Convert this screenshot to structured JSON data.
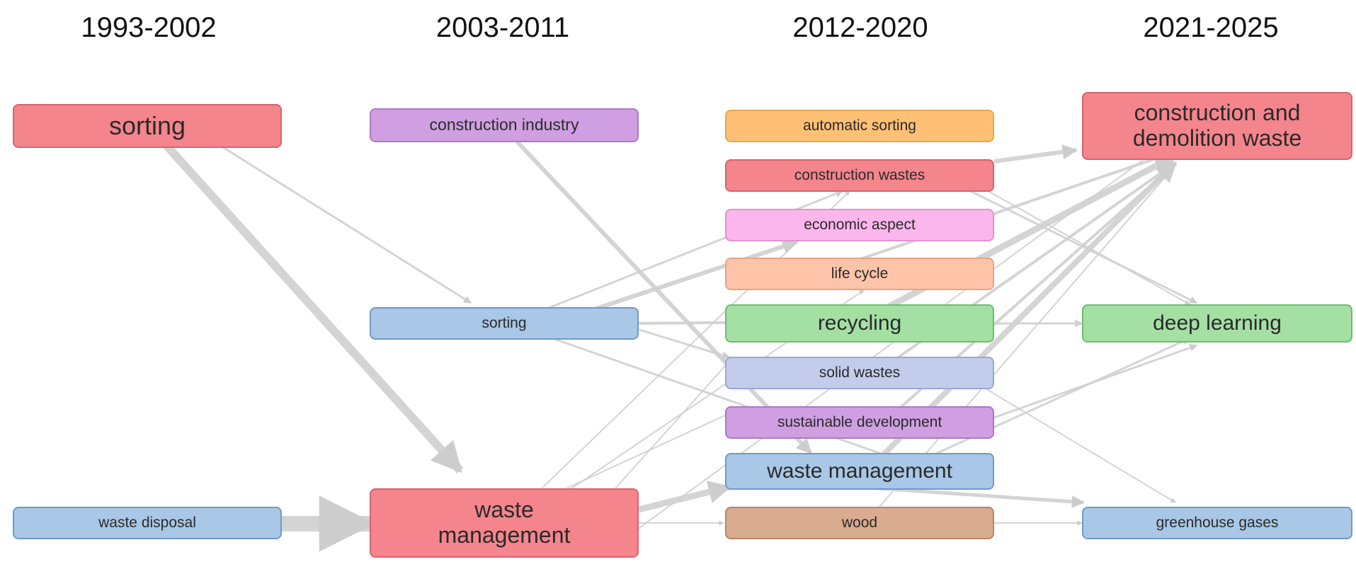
{
  "periods": [
    "1993-2002",
    "2003-2011",
    "2012-2020",
    "2021-2025"
  ],
  "colors": {
    "red": "#f4858c",
    "purple": "#cf9fe2",
    "blue": "#a9c7e6",
    "orange": "#fdc074",
    "pink": "#fbb6ec",
    "peach": "#fdc4a9",
    "green": "#a4dfa4",
    "lavender": "#c3cdeb",
    "brown": "#d9ab8f",
    "flow": "#cfcfcf"
  },
  "nodes": {
    "p1_sorting": "sorting",
    "p1_waste_disposal": "waste disposal",
    "p2_construction_industry": "construction industry",
    "p2_sorting": "sorting",
    "p2_waste_management": "waste management",
    "p3_automatic_sorting": "automatic sorting",
    "p3_construction_wastes": "construction wastes",
    "p3_economic_aspect": "economic aspect",
    "p3_life_cycle": "life cycle",
    "p3_recycling": "recycling",
    "p3_solid_wastes": "solid wastes",
    "p3_sustainable_development": "sustainable development",
    "p3_waste_management": "waste management",
    "p3_wood": "wood",
    "p4_construction_demolition_waste": "construction and demolition waste",
    "p4_deep_learning": "deep learning",
    "p4_greenhouse_gases": "greenhouse gases"
  }
}
